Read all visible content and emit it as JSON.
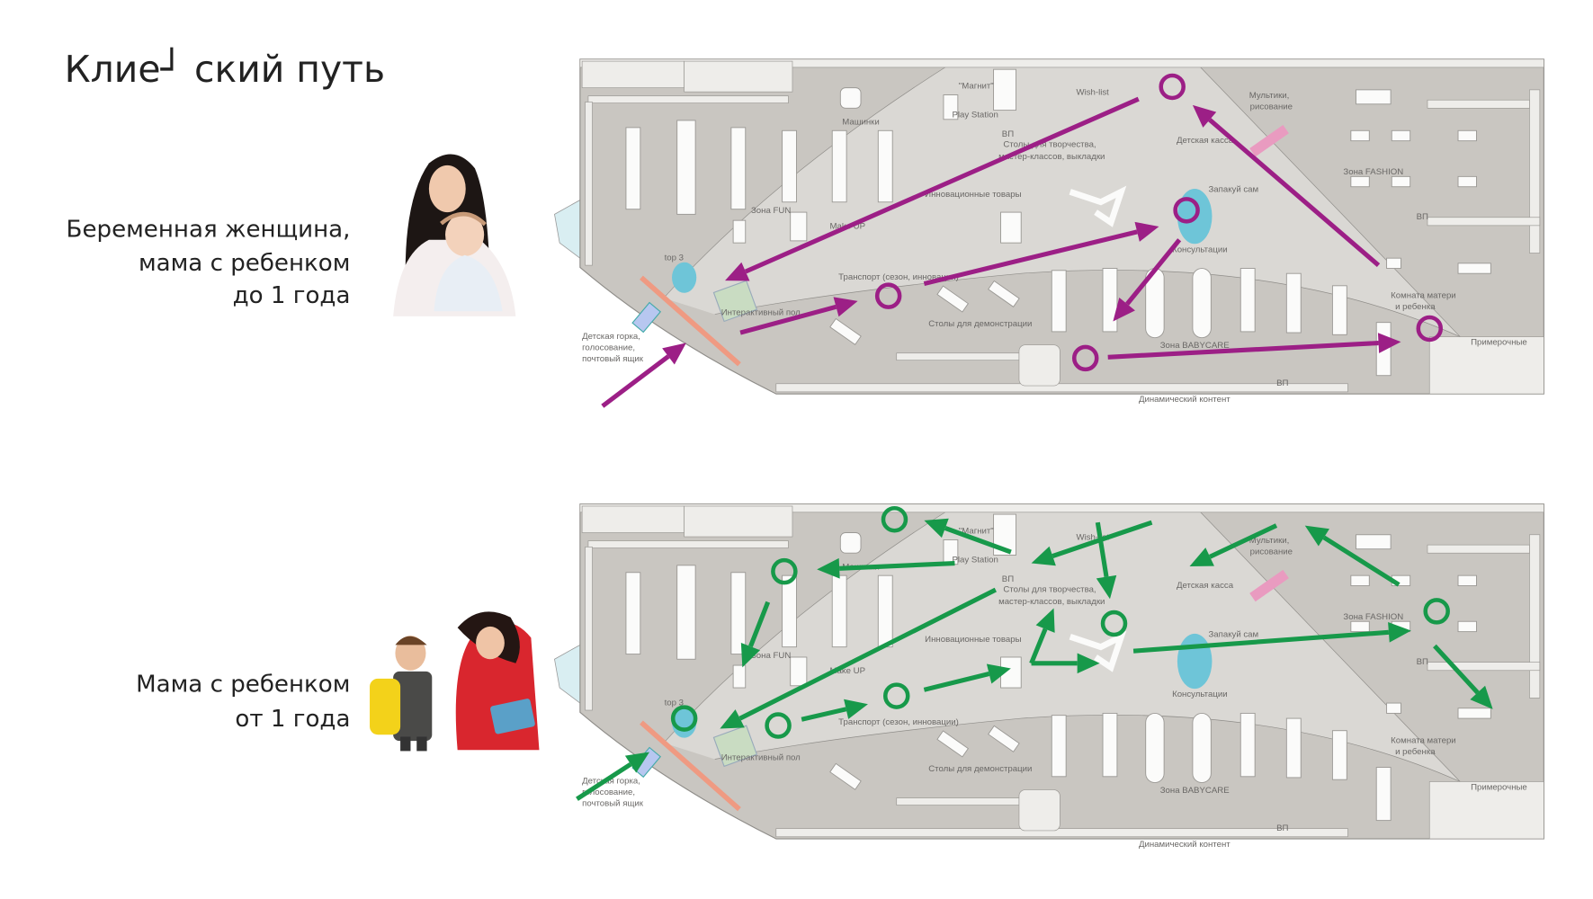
{
  "title": "Клие┘ ский путь",
  "personas": [
    {
      "lines": [
        "Беременная женщина,",
        "мама с ребенком",
        "до 1 года"
      ],
      "route_color": "#9c1f86"
    },
    {
      "lines": [
        "Мама с ребенком",
        "от 1 года"
      ],
      "route_color": "#17994a"
    }
  ],
  "plan_labels": {
    "magnit": "\"Магнит\"",
    "mashinki": "Машинки",
    "playstation": "Play Station",
    "wishlist": "Wish-list",
    "vp1": "ВП",
    "tables1": "Столы для творчества,",
    "tables2": "мастер-классов, выкладки",
    "kassa": "Детская касса",
    "multiki1": "Мультики,",
    "multiki2": "рисование",
    "fashion": "Зона FASHION",
    "innov": "Инновационные товары",
    "zapakuy": "Запакуй сам",
    "fun": "Зона FUN",
    "makeup": "Make UP",
    "vp2": "ВП",
    "top3": "top 3",
    "consult": "Консультации",
    "transport": "Транспорт (сезон, инновации)",
    "room1": "Комната матери",
    "room2": "и ребенка",
    "interactive": "Интерактивный пол",
    "demo": "Столы для демонстрации",
    "fitting": "Примерочные",
    "babycare": "Зона BABYCARE",
    "slide1": "Детская горка,",
    "slide2": "голосование,",
    "slide3": "почтовый ящик",
    "dynamic": "Динамический контент",
    "vp3": "ВП"
  }
}
